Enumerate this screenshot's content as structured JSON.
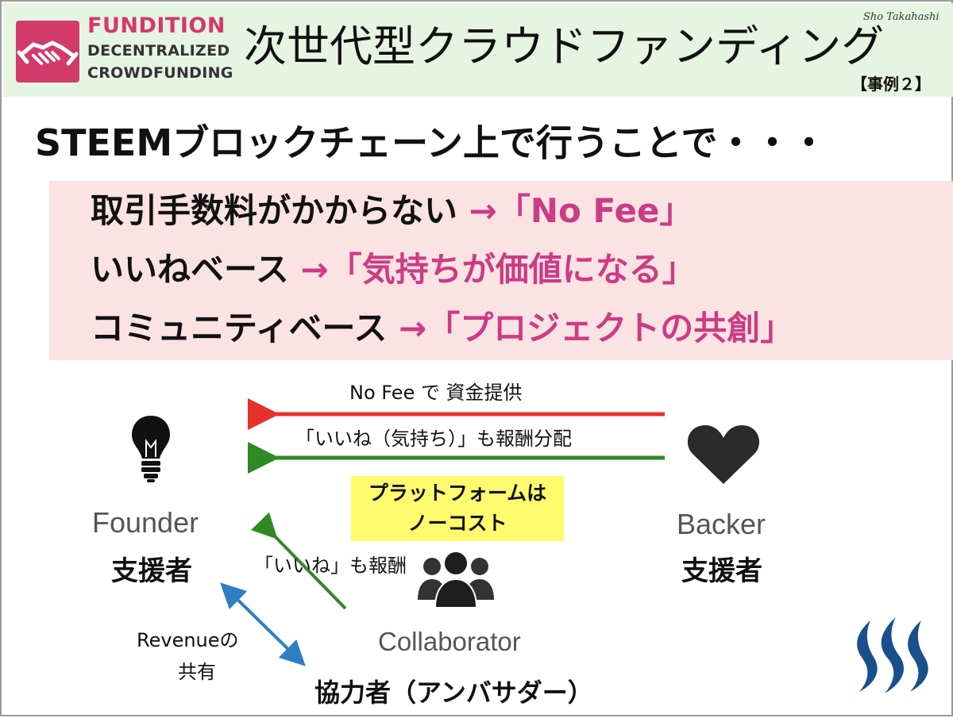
{
  "header": {
    "logo": {
      "line1": "FUNDITION",
      "line2": "DECENTRALIZED",
      "line3": "CROWDFUNDING",
      "icon": "handshake-icon",
      "color": "#d23a6b"
    },
    "title": "次世代型クラウドファンディング",
    "author": "Sho Takahashi",
    "case_tag": "【事例２】",
    "band_color": "#e6f4e2"
  },
  "headline": "STEEMブロックチェーン上で行うことで・・・",
  "points": [
    {
      "label": "取引手数料がかからない",
      "arrow": "→",
      "result": "「No Fee」"
    },
    {
      "label": "いいねベース",
      "arrow": "→",
      "result": "「気持ちが価値になる」"
    },
    {
      "label": "コミュニティベース",
      "arrow": "→",
      "result": "「プロジェクトの共創」"
    }
  ],
  "diagram": {
    "arrow_red_label": "No Fee で 資金提供",
    "arrow_green_label": "「いいね（気持ち）」も報酬分配",
    "sticky_line1": "プラットフォームは",
    "sticky_line2": "ノーコスト",
    "collab_reward_label": "「いいね」も報酬",
    "revenue_line1": "Revenueの",
    "revenue_line2": "共有",
    "founder": {
      "en": "Founder",
      "jp": "支援者",
      "icon": "lightbulb-icon"
    },
    "backer": {
      "en": "Backer",
      "jp": "支援者",
      "icon": "heart-icon"
    },
    "collaborator": {
      "en": "Collaborator",
      "jp": "協力者（アンバサダー）",
      "icon": "people-group-icon"
    },
    "corner_logo": "steem-logo-icon",
    "colors": {
      "red": "#e8302a",
      "green": "#2f8a25",
      "blue": "#2d7fc4",
      "pink": "#cc3b85",
      "sticky": "#fffa6e",
      "highlight": "#fbe3e3"
    }
  }
}
